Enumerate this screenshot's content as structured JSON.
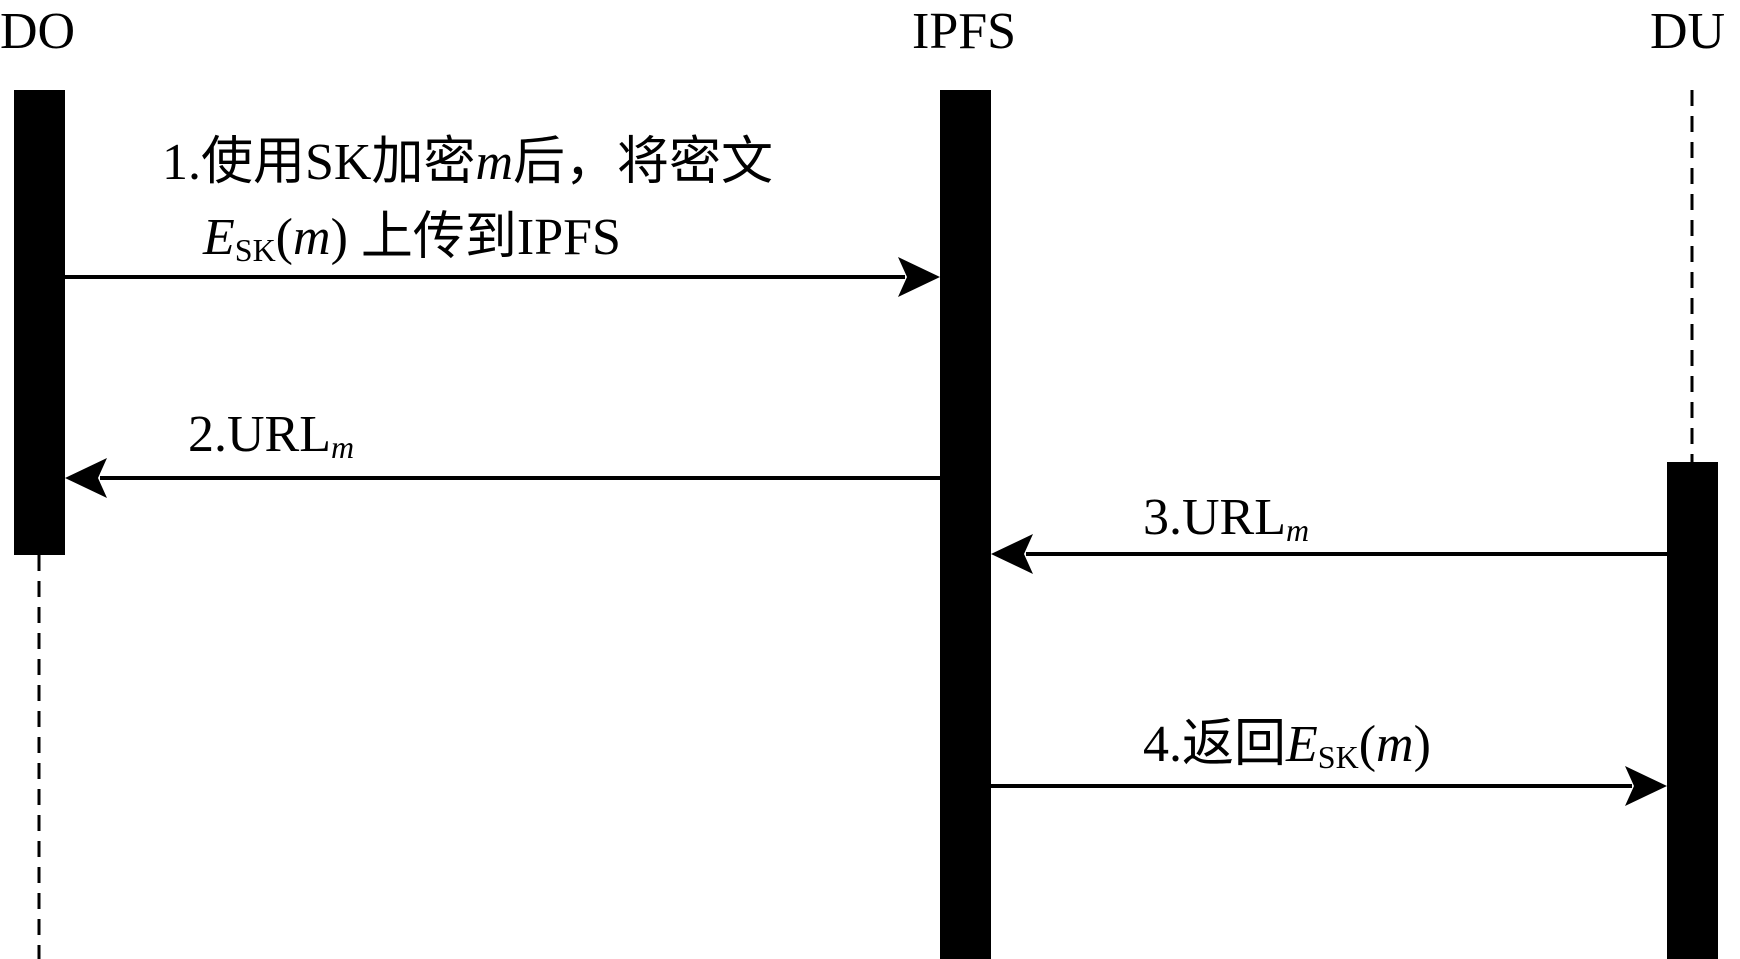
{
  "actors": {
    "do": {
      "label": "DO"
    },
    "ipfs": {
      "label": "IPFS"
    },
    "du": {
      "label": "DU"
    }
  },
  "messages": {
    "m1": {
      "line1_prefix": "1.使用SK加密",
      "line1_var": "m",
      "line1_suffix": "后，将密文",
      "line2_E": "E",
      "line2_sub": "SK",
      "line2_open": "(",
      "line2_m": "m",
      "line2_close": ")",
      "line2_rest": " 上传到IPFS"
    },
    "m2": {
      "prefix": "2.URL",
      "sub": "m"
    },
    "m3": {
      "prefix": "3.URL",
      "sub": "m"
    },
    "m4": {
      "prefix": "4.返回",
      "E": "E",
      "sub": "SK",
      "open": "(",
      "m": "m",
      "close": ")"
    }
  },
  "colors": {
    "lifeline": "#000000",
    "background": "#ffffff"
  }
}
